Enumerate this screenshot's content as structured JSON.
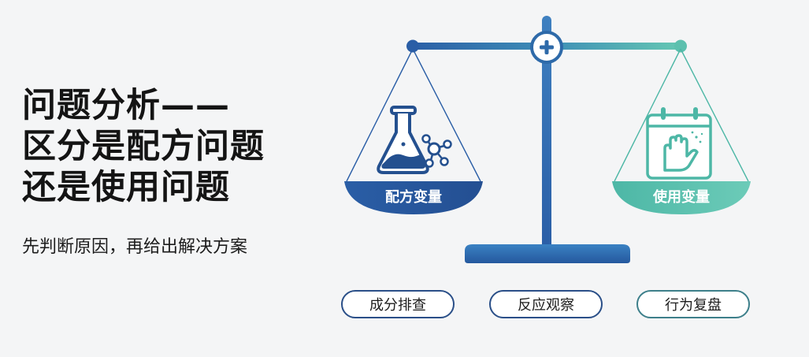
{
  "title": {
    "line1": "问题分析——",
    "line2": "区分是配方问题",
    "line3": "还是使用问题"
  },
  "subtitle": "先判断原因，再给出解决方案",
  "scale": {
    "left_label": "配方变量",
    "right_label": "使用变量",
    "left_icon": "flask-molecule-icon",
    "right_icon": "calendar-hand-icon",
    "center_icon": "plus-icon"
  },
  "buttons": [
    {
      "label": "成分排查"
    },
    {
      "label": "反应观察"
    },
    {
      "label": "行为复盘"
    }
  ],
  "colors": {
    "blue": "#2a5fa5",
    "teal": "#5cc0ae",
    "text": "#141414"
  }
}
